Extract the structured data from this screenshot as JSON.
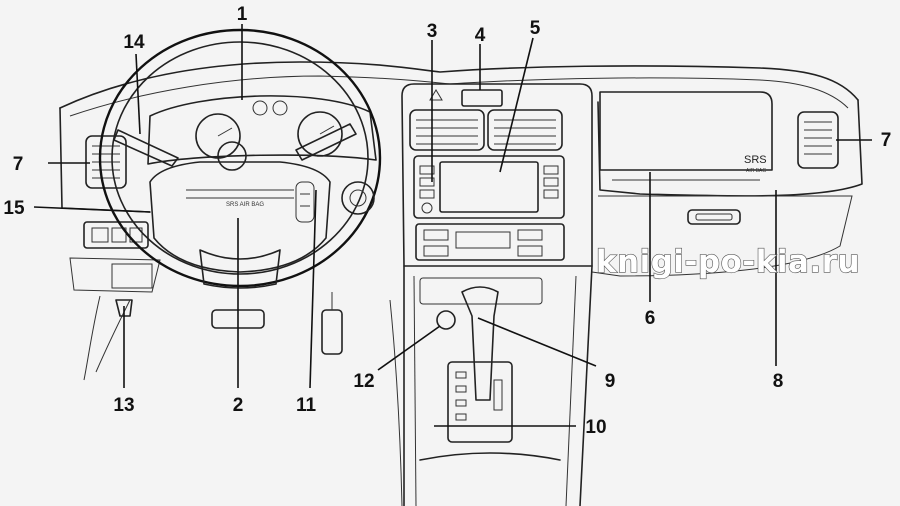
{
  "diagram": {
    "callouts": [
      {
        "id": "1",
        "label": "1"
      },
      {
        "id": "2",
        "label": "2"
      },
      {
        "id": "3",
        "label": "3"
      },
      {
        "id": "4",
        "label": "4"
      },
      {
        "id": "5",
        "label": "5"
      },
      {
        "id": "6",
        "label": "6"
      },
      {
        "id": "7",
        "label": "7"
      },
      {
        "id": "8",
        "label": "8"
      },
      {
        "id": "9",
        "label": "9"
      },
      {
        "id": "10",
        "label": "10"
      },
      {
        "id": "11",
        "label": "11"
      },
      {
        "id": "12",
        "label": "12"
      },
      {
        "id": "13",
        "label": "13"
      },
      {
        "id": "14",
        "label": "14"
      },
      {
        "id": "15",
        "label": "15"
      }
    ],
    "airbag_label": "SRS",
    "airbag_sublabel": "AIR BAG",
    "wheel_hub_label": "SRS AIR BAG",
    "watermark": "knigi-po-kia.ru"
  }
}
